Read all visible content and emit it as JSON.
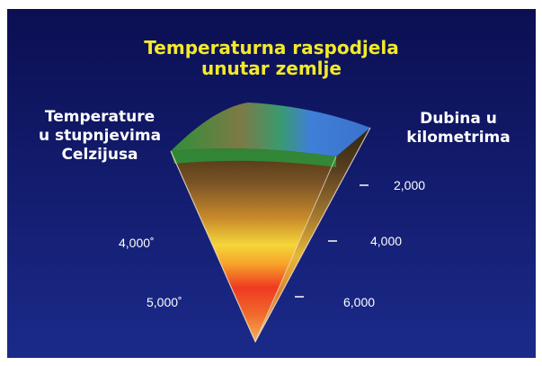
{
  "title": {
    "line1": "Temperaturna raspodjela",
    "line2": "unutar zemlje"
  },
  "left_label": {
    "line1": "Temperature",
    "line2": "u stupnjevima",
    "line3": "Celzijusa"
  },
  "right_label": {
    "line1": "Dubina u",
    "line2": "kilometrima"
  },
  "temperature_ticks": [
    "4,000˚",
    "5,000˚"
  ],
  "depth_ticks": [
    "2,000",
    "4,000",
    "6,000"
  ],
  "colors": {
    "background_top": "#0b0f52",
    "background_bottom": "#1b2a8a",
    "title": "#f2ea2a",
    "label": "#ffffff",
    "ocean": "#3f7fd8",
    "land": "#2f8f3a",
    "core_hot": "#e8261c",
    "mantle": "#f2c026",
    "crust": "#6b4a22"
  }
}
